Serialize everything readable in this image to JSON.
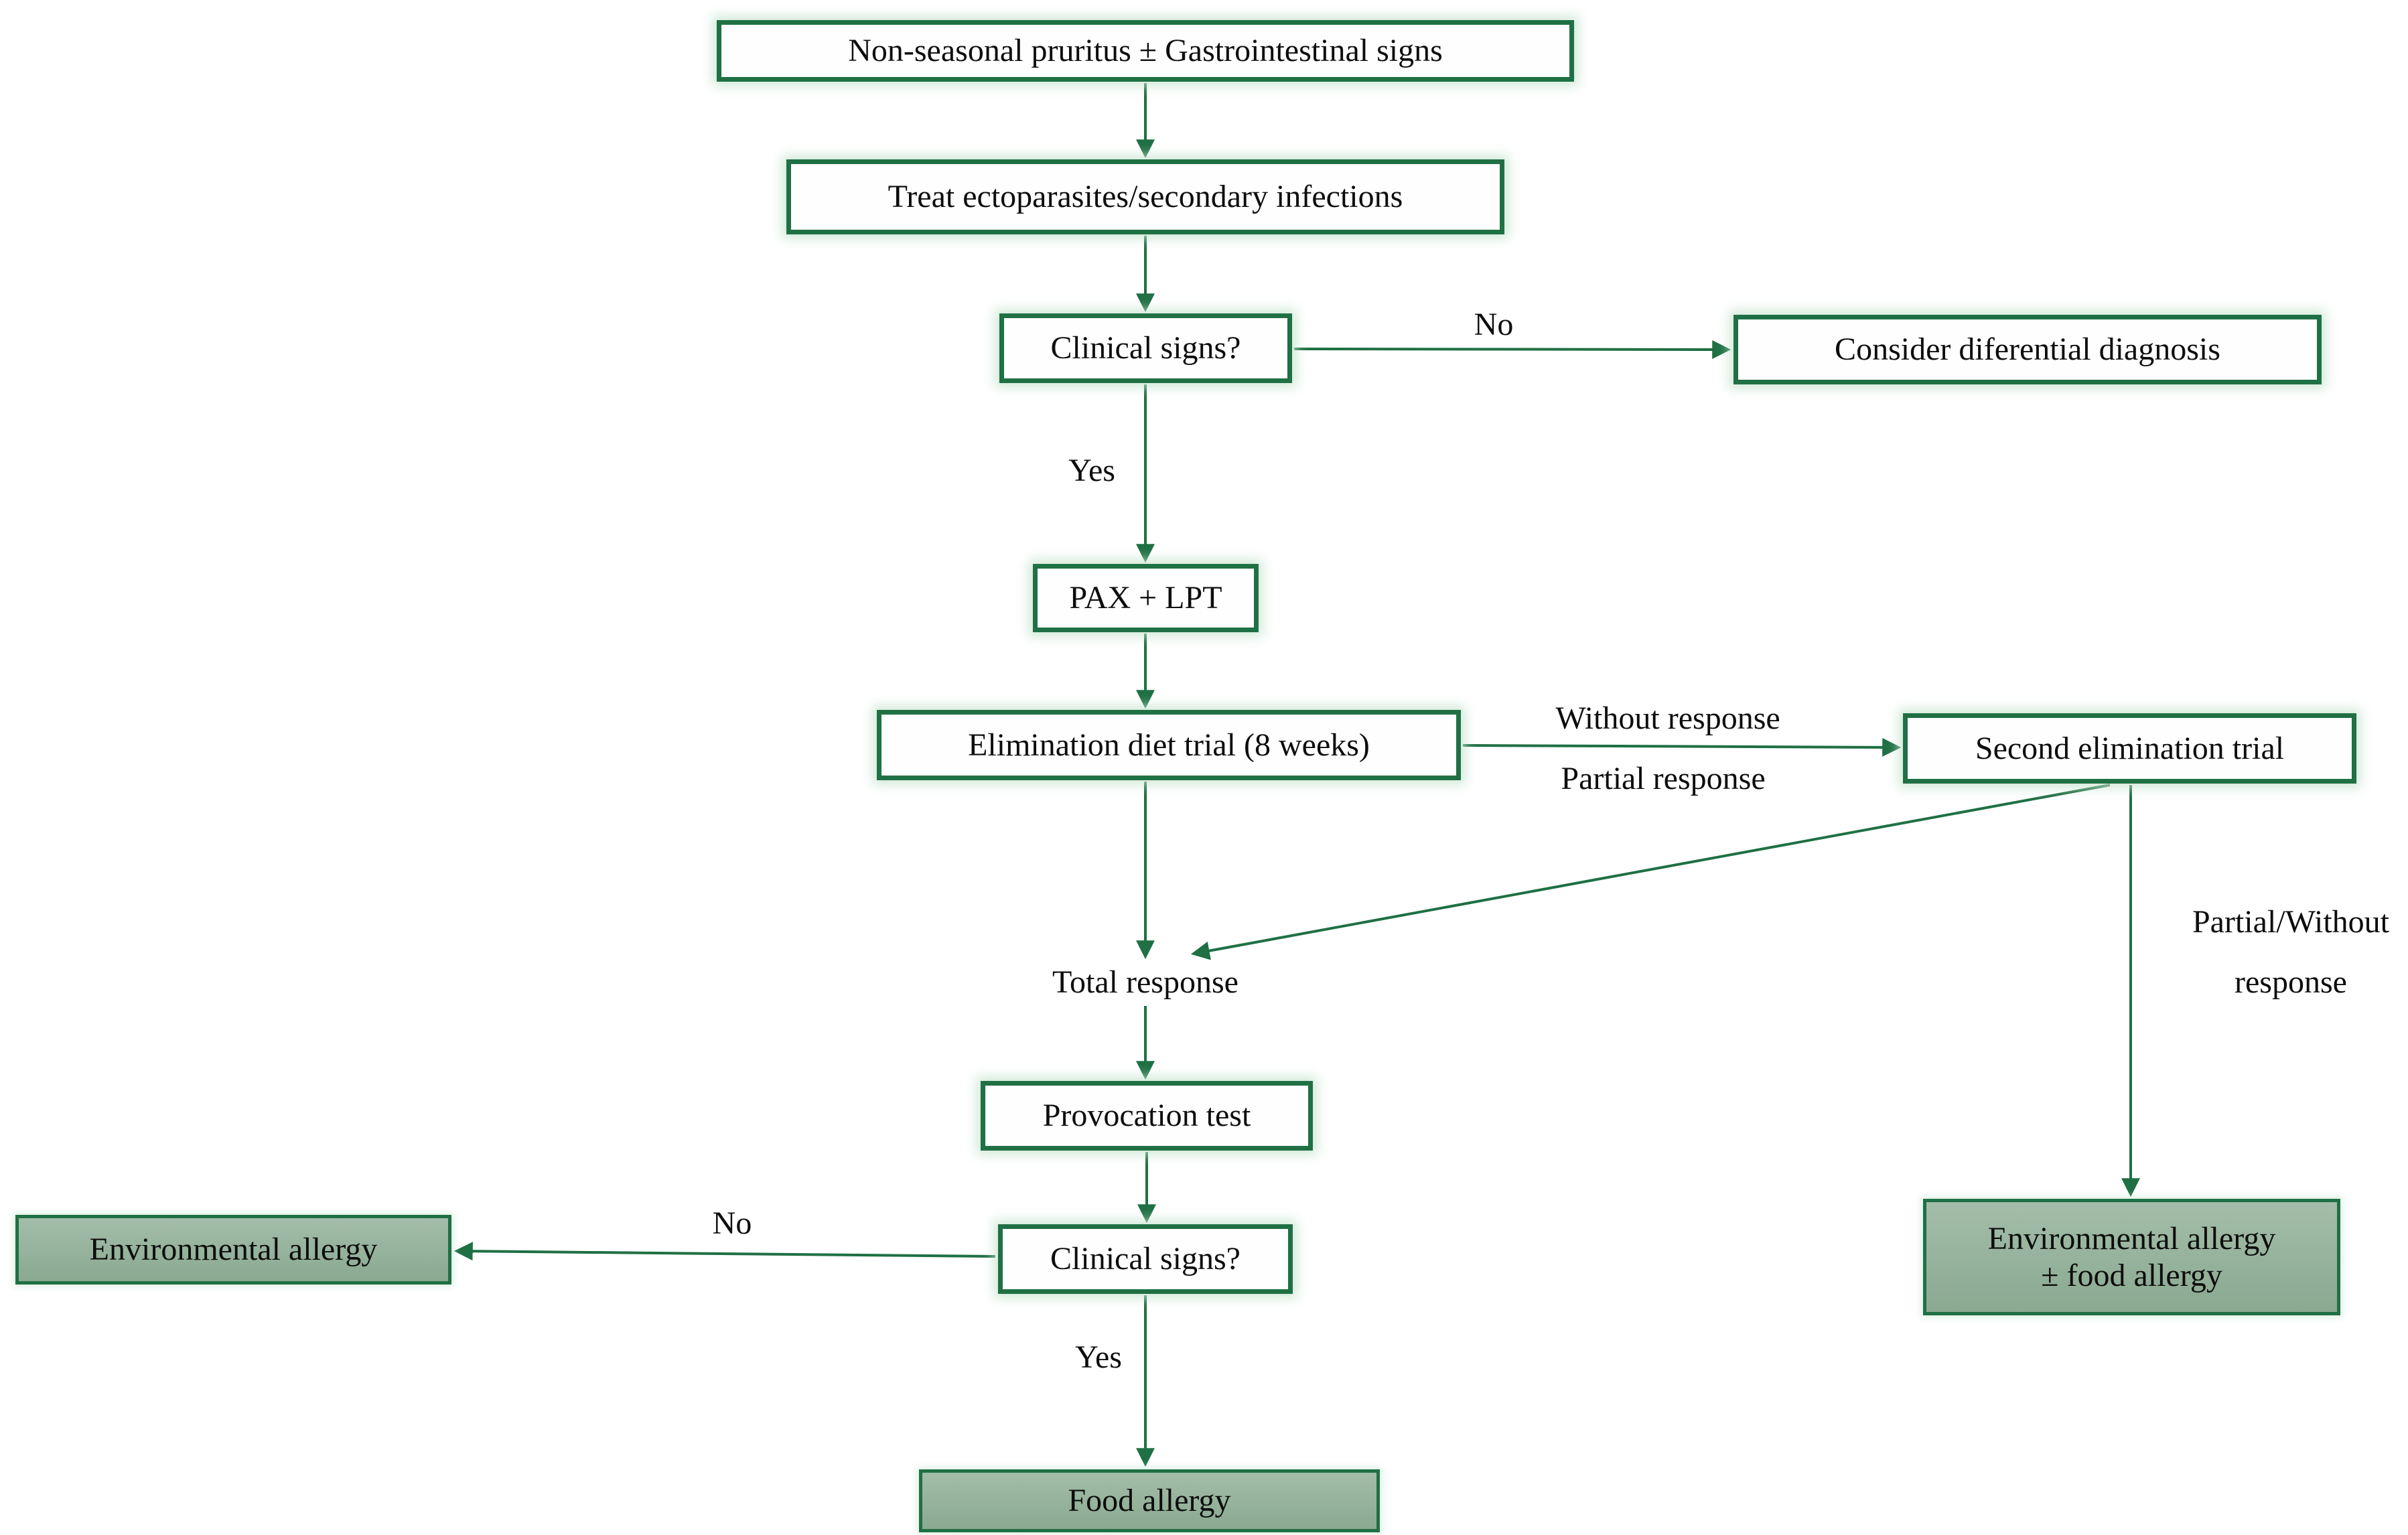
{
  "nodes": {
    "start": {
      "label": "Non-seasonal pruritus ± Gastrointestinal signs"
    },
    "treat": {
      "label": "Treat ectoparasites/secondary infections"
    },
    "clinical_signs_1": {
      "label": "Clinical signs?"
    },
    "differential": {
      "label": "Consider diferential diagnosis"
    },
    "pax_lpt": {
      "label": "PAX + LPT"
    },
    "elimination_diet": {
      "label": "Elimination diet trial (8 weeks)"
    },
    "second_elimination": {
      "label": "Second elimination trial"
    },
    "total_response": {
      "label": "Total response"
    },
    "provocation_test": {
      "label": "Provocation test"
    },
    "environmental_allergy": {
      "label": "Environmental allergy"
    },
    "clinical_signs_2": {
      "label": "Clinical signs?"
    },
    "food_allergy": {
      "label": "Food allergy"
    },
    "environmental_food_allergy": {
      "label": "Environmental allergy\n± food allergy"
    }
  },
  "edge_labels": {
    "no_top": "No",
    "yes_top": "Yes",
    "without_response": "Without response",
    "partial_response": "Partial response",
    "partial_without_response": "Partial/Without\nresponse",
    "no_bottom": "No",
    "yes_bottom": "Yes"
  },
  "colors": {
    "line_green": "#1f7044",
    "box_border_green": "#1f7044",
    "filled_box_green": "#93af9a",
    "text": "#0d0d0d"
  }
}
